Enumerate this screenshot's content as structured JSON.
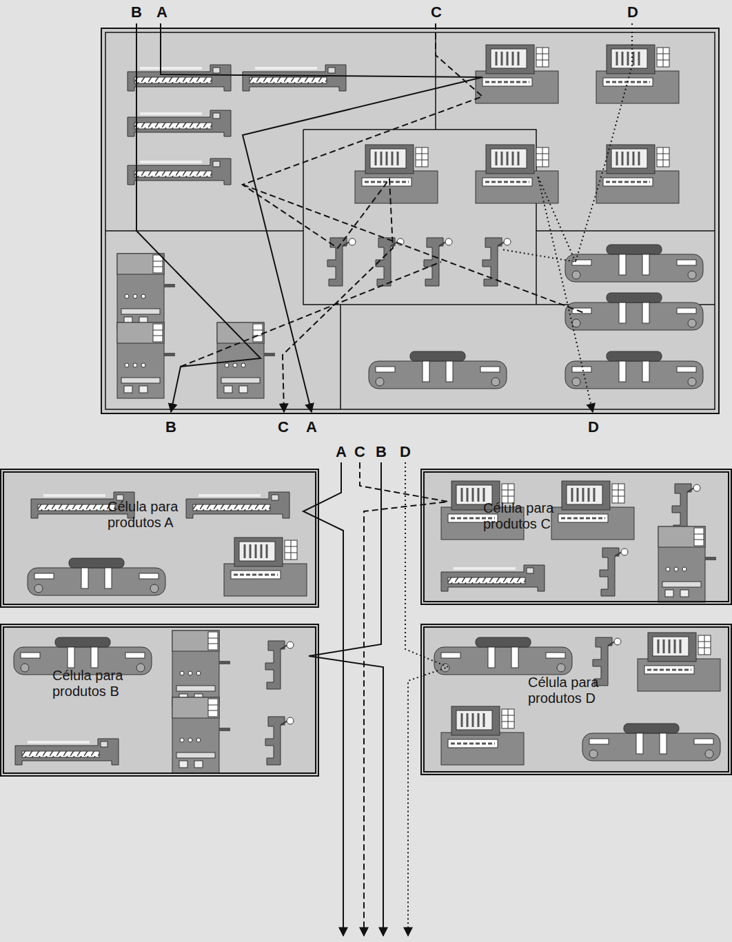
{
  "diagram": {
    "nodes": [
      {
        "text": [
          "Célula para produtos A"
        ]
      },
      {
        "text": [
          "Célula para produtos C"
        ]
      },
      {
        "text": [
          "Célula para produtos B"
        ]
      },
      {
        "text": [
          "Célula para produtos D"
        ]
      }
    ],
    "labels": [
      "B",
      "A",
      "C",
      "D",
      "B",
      "C",
      "A",
      "D",
      "A",
      "C",
      "B",
      "D"
    ]
  }
}
